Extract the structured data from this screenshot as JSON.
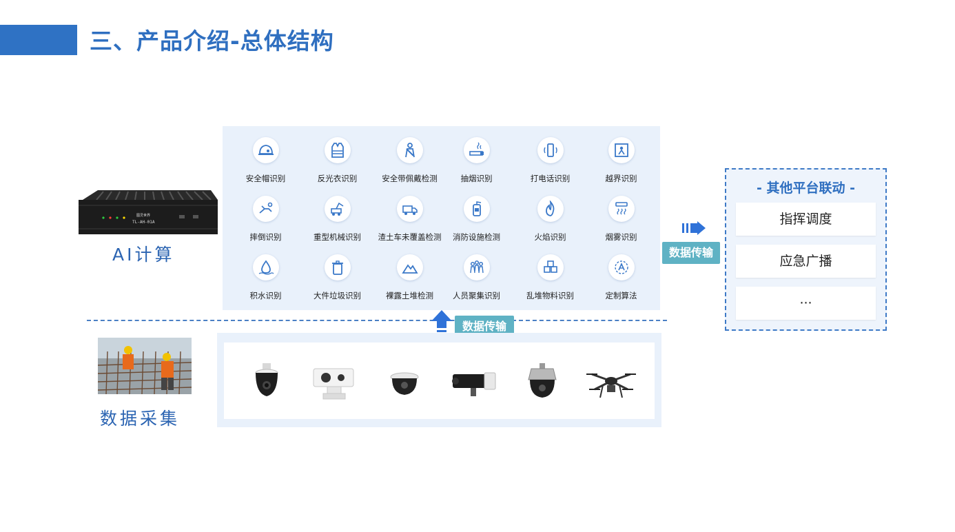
{
  "header": {
    "title": "三、产品介绍-总体结构"
  },
  "ai": {
    "label": "AI计算",
    "device_brand": "图灵世界",
    "device_model": "TL-AH-01A"
  },
  "capabilities": [
    {
      "label": "安全帽识别",
      "icon": "hardhat-icon"
    },
    {
      "label": "反光衣识别",
      "icon": "vest-icon"
    },
    {
      "label": "安全带佩戴检测",
      "icon": "seatbelt-icon"
    },
    {
      "label": "抽烟识别",
      "icon": "cigarette-icon"
    },
    {
      "label": "打电话识别",
      "icon": "phone-icon"
    },
    {
      "label": "越界识别",
      "icon": "boundary-icon"
    },
    {
      "label": "摔倒识别",
      "icon": "fall-icon"
    },
    {
      "label": "重型机械识别",
      "icon": "machinery-icon"
    },
    {
      "label": "渣土车未覆盖检测",
      "icon": "truck-icon"
    },
    {
      "label": "消防设施检测",
      "icon": "fire-extinguisher-icon"
    },
    {
      "label": "火焰识别",
      "icon": "flame-icon"
    },
    {
      "label": "烟雾识别",
      "icon": "smoke-icon"
    },
    {
      "label": "积水识别",
      "icon": "water-icon"
    },
    {
      "label": "大件垃圾识别",
      "icon": "trash-icon"
    },
    {
      "label": "裸露土堆检测",
      "icon": "soil-pile-icon"
    },
    {
      "label": "人员聚集识别",
      "icon": "crowd-icon"
    },
    {
      "label": "乱堆物料识别",
      "icon": "boxes-icon"
    },
    {
      "label": "定制算法",
      "icon": "custom-algorithm-icon"
    }
  ],
  "transfer": {
    "right_label": "数据传输",
    "up_label": "数据传输"
  },
  "linkage": {
    "title": "- 其他平台联动 -",
    "items": [
      "指挥调度",
      "应急广播",
      "···"
    ]
  },
  "collection": {
    "label": "数据采集"
  },
  "cameras": [
    {
      "icon": "ptz-dome-camera-icon"
    },
    {
      "icon": "thermal-camera-icon"
    },
    {
      "icon": "dome-camera-icon"
    },
    {
      "icon": "bullet-camera-icon"
    },
    {
      "icon": "speed-dome-camera-icon"
    },
    {
      "icon": "drone-icon"
    }
  ],
  "colors": {
    "accent": "#2f6fc0",
    "panel": "#e9f1fb",
    "tag": "#5fb2c4",
    "icon": "#3a78c8"
  }
}
